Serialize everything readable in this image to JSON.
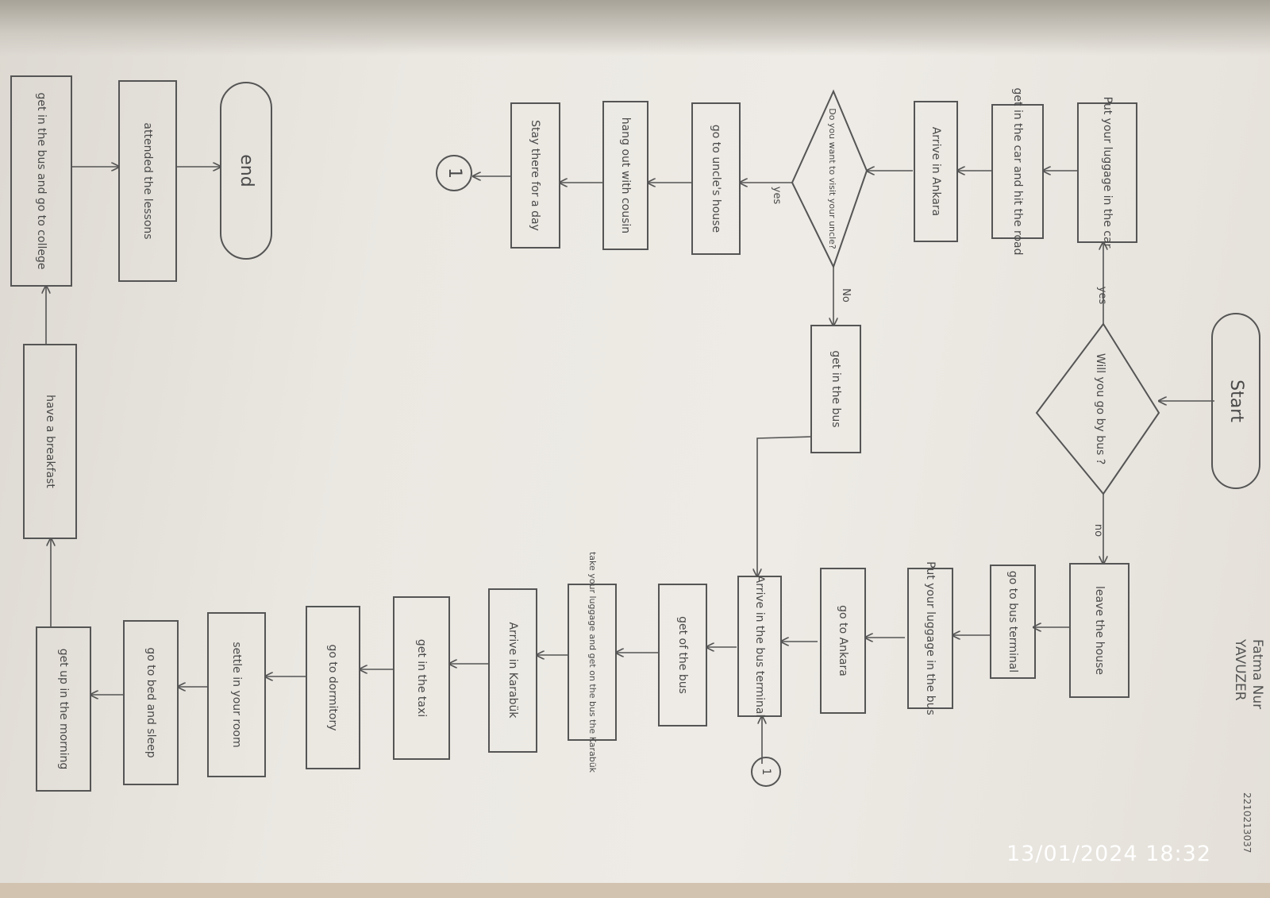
{
  "nodes": {
    "start": "Start",
    "will_bus": "Will you go by bus ?",
    "put_luggage_car": "Put your luggage in the car",
    "get_in_car": "get in the car and hit the road",
    "arrive_ankara_car": "Arrive in Ankara",
    "visit_uncle": "Do you want to visit your uncle?",
    "uncles_house": "go to uncle's house",
    "hang_out": "hang out with cousin",
    "stay_day": "Stay there for a day",
    "get_in_bus_no": "get in the bus",
    "connector_out": "1",
    "connector_in": "1",
    "leave_house": "leave the house",
    "go_terminal": "go to bus terminal",
    "put_luggage_bus": "Put your luggage in the bus",
    "go_ankara": "go to Ankara",
    "arrive_terminal": "Arrive in the bus terminal",
    "get_off_bus": "get of the bus",
    "take_luggage": "take your luggage and get on the bus the Karabük",
    "arrive_karabuk": "Arrive in Karabük",
    "get_taxi": "get in the taxi",
    "go_dormitory": "go to dormitory",
    "settle_room": "settle in your room",
    "go_bed": "go to bed and sleep",
    "get_up": "get up in the morning",
    "breakfast": "have a breakfast",
    "bus_college": "get in the bus and go to college",
    "attended": "attended the lessons",
    "end": "end"
  },
  "edge_labels": {
    "bus_yes": "yes",
    "bus_no": "no",
    "uncle_yes": "yes",
    "uncle_no": "No"
  },
  "author": {
    "name_line1": "Fatma Nur",
    "name_line2": "YAVUZER",
    "student_id": "2210213037"
  },
  "timestamp": "13/01/2024  18:32"
}
